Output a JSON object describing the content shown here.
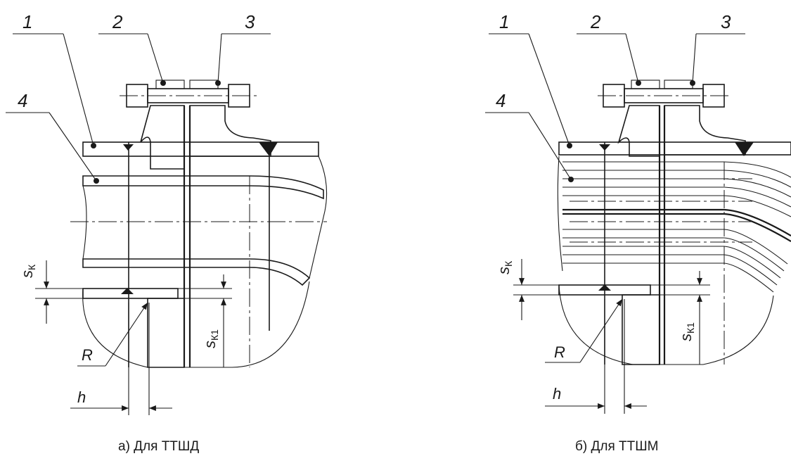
{
  "callouts": [
    "1",
    "2",
    "3",
    "4"
  ],
  "dimensions": {
    "sk": "s",
    "sk_sub": "К",
    "sk1": "s",
    "sk1_sub": "К1",
    "R": "R",
    "h": "h"
  },
  "captions": {
    "left": "а) Для ТТШД",
    "right": "б) Для ТТШМ"
  }
}
